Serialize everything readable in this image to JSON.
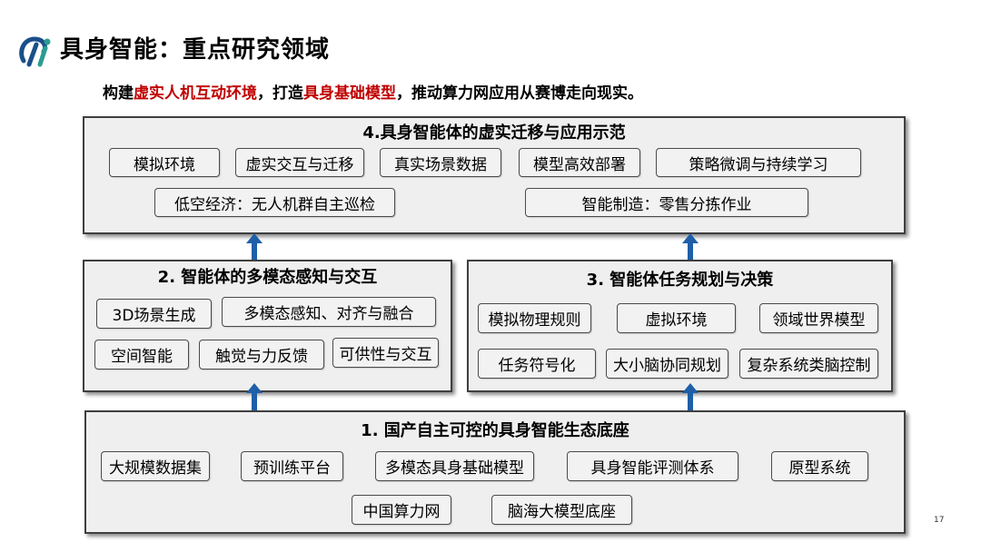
{
  "header": {
    "title": "具身智能：重点研究领域",
    "subtitle": {
      "p1": "构建",
      "hl1": "虚实人机互动环境",
      "p2": "，打造",
      "hl2": "具身基础模型",
      "p3": "，推动算力网应用从赛博走向现实。"
    }
  },
  "panel4": {
    "title": "4.具身智能体的虚实迁移与应用示范",
    "items": [
      "模拟环境",
      "虚实交互与迁移",
      "真实场景数据",
      "模型高效部署",
      "策略微调与持续学习",
      "低空经济：无人机群自主巡检",
      "智能制造：零售分拣作业"
    ]
  },
  "panel2": {
    "title": "2. 智能体的多模态感知与交互",
    "items": [
      "3D场景生成",
      "多模态感知、对齐与融合",
      "空间智能",
      "触觉与力反馈",
      "可供性与交互"
    ]
  },
  "panel3": {
    "title": "3. 智能体任务规划与决策",
    "items": [
      "模拟物理规则",
      "虚拟环境",
      "领域世界模型",
      "任务符号化",
      "大小脑协同规划",
      "复杂系统类脑控制"
    ]
  },
  "panel1": {
    "title": "1. 国产自主可控的具身智能生态底座",
    "items": [
      "大规模数据集",
      "预训练平台",
      "多模态具身基础模型",
      "具身智能评测体系",
      "原型系统",
      "中国算力网",
      "脑海大模型底座"
    ]
  },
  "page_number": "17",
  "colors": {
    "highlight": "#c00000",
    "arrow": "#1f5fa8",
    "panel_bg": "#efefef"
  },
  "icons": {
    "logo": "institution-logo-icon",
    "arrow": "arrow-up-icon"
  }
}
